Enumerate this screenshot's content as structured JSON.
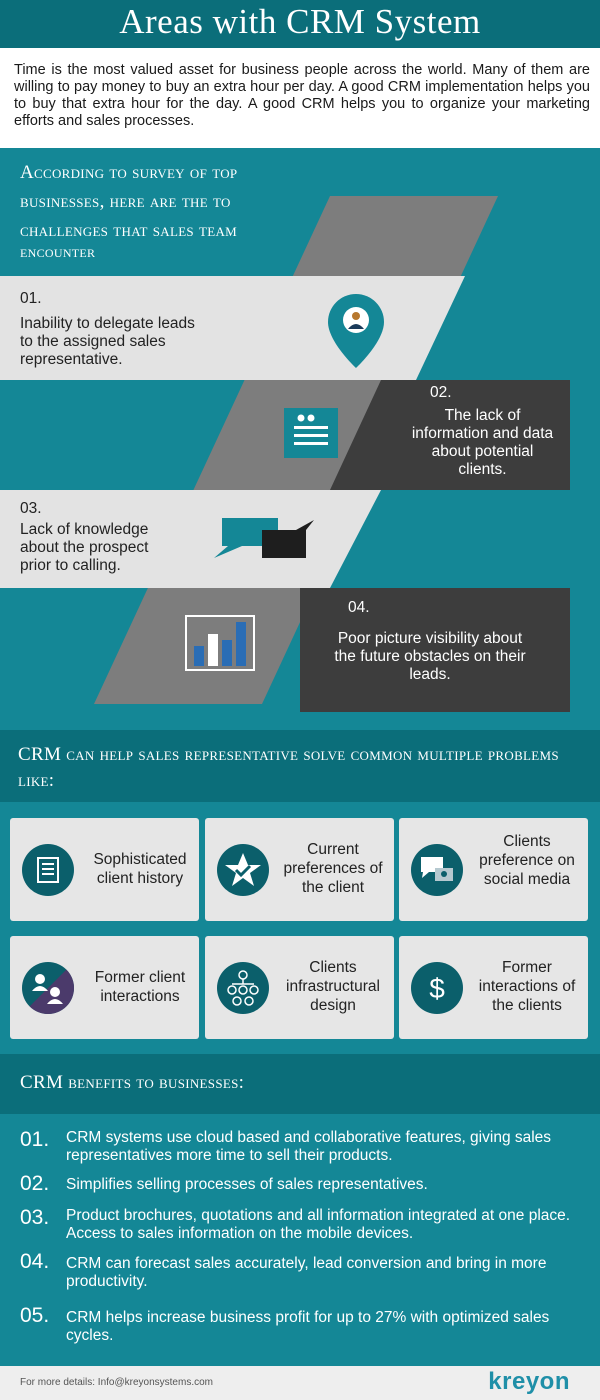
{
  "header": {
    "title": "Areas with CRM System"
  },
  "intro": "Time is the most valued asset for business people across the world. Many of them are willing to pay money to buy an extra hour per day. A good CRM implementation helps you to buy that extra hour for the day.  A good CRM helps you to organize your marketing efforts and sales processes.",
  "challenges": {
    "heading": "According to survey of top businesses, here are the to challenges that sales team",
    "heading_last": "encounter",
    "items": [
      {
        "num": "01.",
        "text": "Inability to delegate leads to the assigned sales representative.",
        "icon": "location-person-icon"
      },
      {
        "num": "02.",
        "text": "The lack of information and data about potential clients.",
        "icon": "contact-list-icon"
      },
      {
        "num": "03.",
        "text": "Lack of knowledge about the prospect prior to calling.",
        "icon": "speech-bubbles-icon"
      },
      {
        "num": "04.",
        "text": "Poor picture visibility about the future obstacles on their leads.",
        "icon": "bar-chart-icon"
      }
    ]
  },
  "solve": {
    "heading": "CRM can help sales representative solve common multiple problems like:",
    "cards": [
      {
        "label": "Sophisticated client history",
        "icon": "document-list-icon"
      },
      {
        "label": "Current preferences of the client",
        "icon": "star-check-icon"
      },
      {
        "label": "Clients preference on social media",
        "icon": "chat-bubbles-icon"
      },
      {
        "label": "Former client interactions",
        "icon": "two-users-icon"
      },
      {
        "label": "Clients infrastructural design",
        "icon": "org-chart-icon"
      },
      {
        "label": "Former interactions of the clients",
        "icon": "dollar-icon"
      }
    ]
  },
  "benefits": {
    "heading": "CRM benefits to businesses:",
    "items": [
      {
        "num": "01.",
        "text": "CRM systems use cloud based and collaborative features, giving sales representatives more time to sell their products."
      },
      {
        "num": "02.",
        "text": "Simplifies selling processes of sales representatives."
      },
      {
        "num": "03.",
        "text": "Product brochures, quotations and all information integrated at one place. Access to sales information on the mobile devices."
      },
      {
        "num": "04.",
        "text": "CRM can forecast sales accurately, lead conversion and bring in more productivity."
      },
      {
        "num": "05.",
        "text": "CRM helps increase business profit for up to 27% with optimized sales cycles."
      }
    ]
  },
  "footer": {
    "details": "For more details: Info@kreyonsystems.com",
    "logo": "kreyon"
  },
  "colors": {
    "teal": "#148796",
    "dark_teal": "#0b6e7a",
    "gray_panel": "#e3e3e3",
    "dark_panel": "#3d3d3d",
    "parallelogram": "#7d7d7d"
  }
}
